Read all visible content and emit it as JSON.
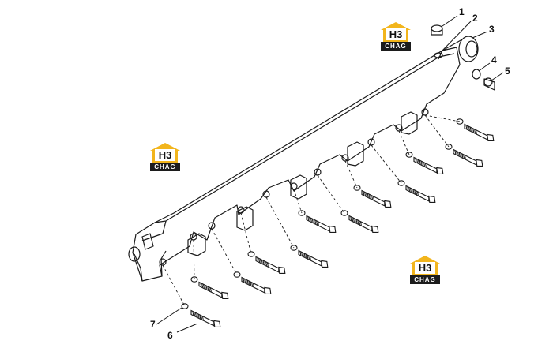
{
  "diagram": {
    "callouts": [
      {
        "id": "1",
        "text": "1"
      },
      {
        "id": "2",
        "text": "2"
      },
      {
        "id": "3",
        "text": "3"
      },
      {
        "id": "4",
        "text": "4"
      },
      {
        "id": "5",
        "text": "5"
      },
      {
        "id": "6",
        "text": "6"
      },
      {
        "id": "7",
        "text": "7"
      }
    ]
  },
  "watermark": {
    "mark": "H3",
    "name": "CHAG",
    "colors": {
      "accent": "#f2b51c",
      "bar": "#1c1c1c"
    }
  }
}
